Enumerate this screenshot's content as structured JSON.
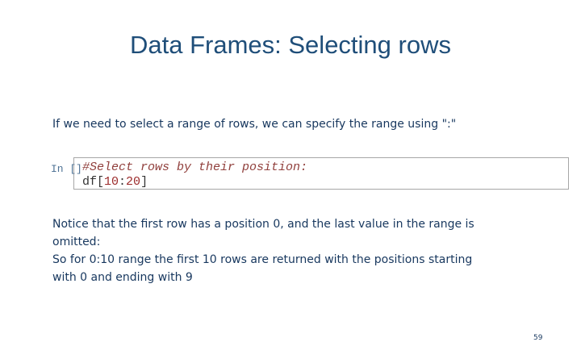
{
  "slide": {
    "title": "Data Frames: Selecting rows",
    "intro": "If we need to select a range of rows, we can specify the range using \":\"",
    "code_cell": {
      "prompt_open": "In [ ",
      "prompt_close": "]",
      "comment_line": "#Select rows by their position:",
      "code_segments": [
        {
          "text": "df[",
          "type": "plain"
        },
        {
          "text": "10",
          "type": "number"
        },
        {
          "text": ":",
          "type": "plain"
        },
        {
          "text": "20",
          "type": "number"
        },
        {
          "text": "]",
          "type": "plain"
        }
      ]
    },
    "notes_lines": [
      "Notice that the first row has a position 0, and the last value in the range is",
      "omitted:",
      "So for 0:10 range the first 10 rows are returned with the positions starting",
      "with 0 and ending with 9"
    ],
    "page_number": "59"
  },
  "colors": {
    "title": "#1F4E79",
    "body": "#17375E",
    "prompt": "#4F7396",
    "comment": "#91403D",
    "number": "#9C2A2A",
    "code_plain": "#333333",
    "box_border": "#A6A6A6"
  }
}
